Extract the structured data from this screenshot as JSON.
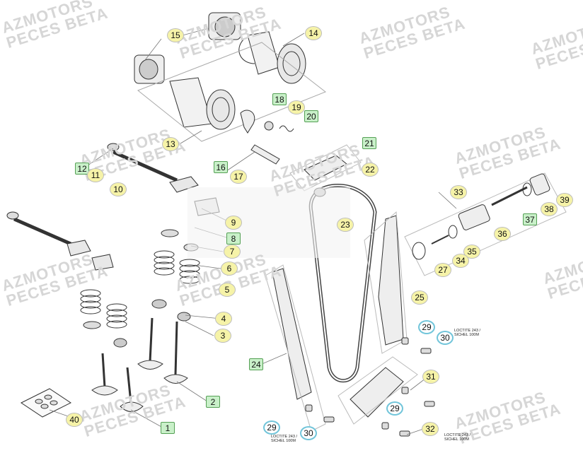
{
  "watermarks": [
    {
      "line1": "AZMOTORS",
      "line2": "PECES BETA"
    },
    {
      "line1": "AZMOTORS",
      "line2": "PECES BETA"
    },
    {
      "line1": "AZMOTORS",
      "line2": "PECES BETA"
    },
    {
      "line1": "AZMOTORS",
      "line2": "PECES BETA"
    },
    {
      "line1": "AZMOTORS",
      "line2": "PECES BETA"
    },
    {
      "line1": "AZMOTORS",
      "line2": "PECES BETA"
    },
    {
      "line1": "AZMOTORS",
      "line2": "PECES BETA"
    },
    {
      "line1": "AZMOTORS",
      "line2": "PECES BETA"
    },
    {
      "line1": "AZMOTORS",
      "line2": "PECES BETA"
    },
    {
      "line1": "AZMOTORS",
      "line2": "PECES BETA"
    },
    {
      "line1": "AZMOTORS",
      "line2": "PECES BETA"
    },
    {
      "line1": "AZMOTORS",
      "line2": "PECES BETA"
    }
  ],
  "callouts": [
    {
      "num": "15",
      "style": "yellow"
    },
    {
      "num": "14",
      "style": "yellow"
    },
    {
      "num": "13",
      "style": "yellow"
    },
    {
      "num": "18",
      "style": "green"
    },
    {
      "num": "19",
      "style": "yellow"
    },
    {
      "num": "20",
      "style": "green"
    },
    {
      "num": "21",
      "style": "green"
    },
    {
      "num": "22",
      "style": "yellow"
    },
    {
      "num": "12",
      "style": "green"
    },
    {
      "num": "11",
      "style": "yellow"
    },
    {
      "num": "10",
      "style": "yellow"
    },
    {
      "num": "16",
      "style": "green"
    },
    {
      "num": "17",
      "style": "yellow"
    },
    {
      "num": "9",
      "style": "yellow"
    },
    {
      "num": "8",
      "style": "green"
    },
    {
      "num": "7",
      "style": "yellow"
    },
    {
      "num": "6",
      "style": "yellow"
    },
    {
      "num": "5",
      "style": "yellow"
    },
    {
      "num": "4",
      "style": "yellow"
    },
    {
      "num": "3",
      "style": "yellow"
    },
    {
      "num": "2",
      "style": "green"
    },
    {
      "num": "1",
      "style": "green"
    },
    {
      "num": "40",
      "style": "yellow"
    },
    {
      "num": "23",
      "style": "yellow"
    },
    {
      "num": "24",
      "style": "green"
    },
    {
      "num": "25",
      "style": "yellow"
    },
    {
      "num": "33",
      "style": "yellow"
    },
    {
      "num": "39",
      "style": "yellow"
    },
    {
      "num": "38",
      "style": "yellow"
    },
    {
      "num": "37",
      "style": "green"
    },
    {
      "num": "36",
      "style": "yellow"
    },
    {
      "num": "35",
      "style": "yellow"
    },
    {
      "num": "34",
      "style": "yellow"
    },
    {
      "num": "27",
      "style": "yellow"
    },
    {
      "num": "29",
      "style": "blue"
    },
    {
      "num": "30",
      "style": "blue"
    },
    {
      "num": "31",
      "style": "yellow"
    },
    {
      "num": "29",
      "style": "blue"
    },
    {
      "num": "32",
      "style": "yellow"
    },
    {
      "num": "29",
      "style": "blue"
    },
    {
      "num": "30",
      "style": "blue"
    }
  ],
  "notes": [
    {
      "line1": "LOCTITE 243 /",
      "line2": "SICHEL 100M"
    },
    {
      "line1": "LOCTITE 243 /",
      "line2": "SICHEL 100M"
    },
    {
      "line1": "LOCTITE 243 /",
      "line2": "SICHEL 100M"
    }
  ]
}
